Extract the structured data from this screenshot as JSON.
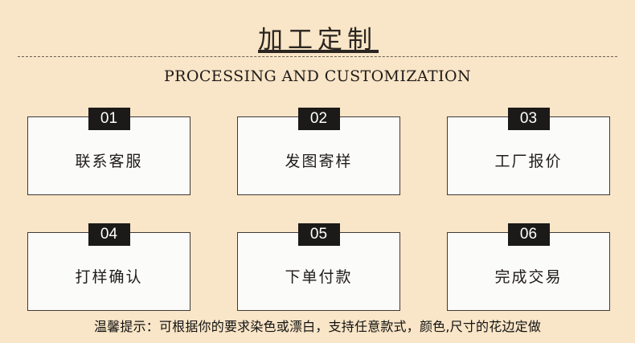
{
  "header": {
    "title": "加工定制",
    "subtitle": "PROCESSING AND CUSTOMIZATION"
  },
  "steps": [
    {
      "number": "01",
      "label": "联系客服"
    },
    {
      "number": "02",
      "label": "发图寄样"
    },
    {
      "number": "03",
      "label": "工厂报价"
    },
    {
      "number": "04",
      "label": "打样确认"
    },
    {
      "number": "05",
      "label": "下单付款"
    },
    {
      "number": "06",
      "label": "完成交易"
    }
  ],
  "footer": {
    "notice": "温馨提示：可根据你的要求染色或漂白，支持任意款式，颜色,尺寸的花边定做"
  },
  "colors": {
    "background": "#f9e5c7",
    "badge": "#1c1a19",
    "card": "#fbfbf9"
  }
}
